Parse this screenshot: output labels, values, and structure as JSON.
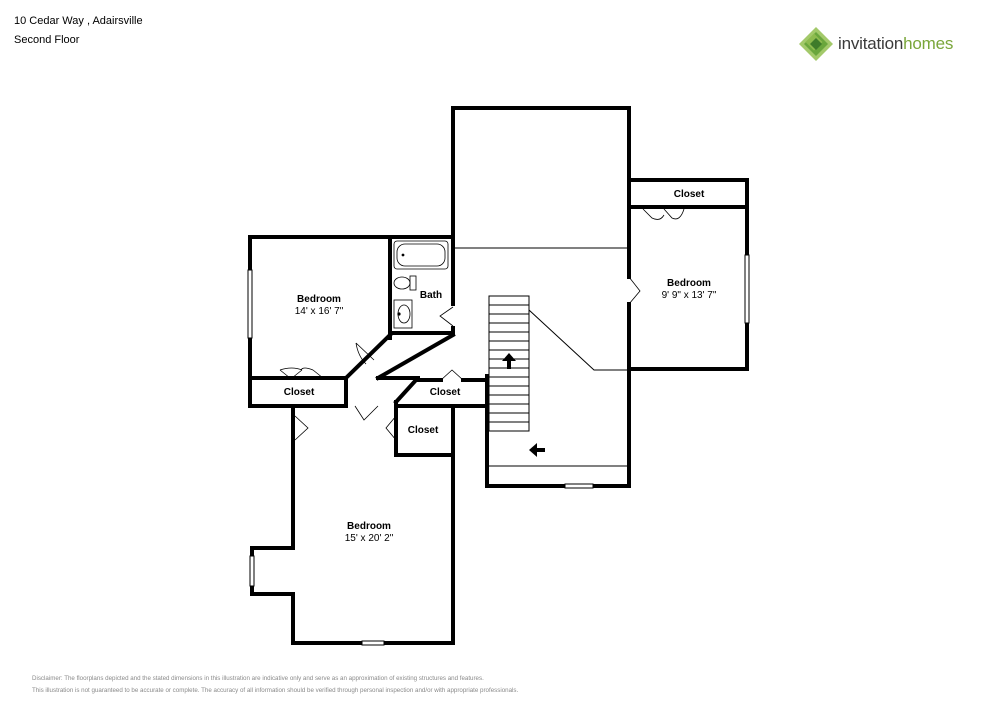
{
  "header": {
    "address": "10 Cedar Way , Adairsville",
    "floor": "Second Floor"
  },
  "logo": {
    "brand_part1": "invitation",
    "brand_part2": "homes",
    "colors": {
      "dark_green": "#3e7b2a",
      "mid_green": "#6aa63c",
      "light_green": "#a3c96a",
      "text_dark": "#3a3a3a",
      "text_green": "#7aa63a"
    }
  },
  "rooms": {
    "bedroom_left": {
      "name": "Bedroom",
      "dims": "14' x 16' 7\""
    },
    "bath": {
      "name": "Bath"
    },
    "bedroom_right": {
      "name": "Bedroom",
      "dims": "9' 9\" x 13' 7\""
    },
    "bedroom_bottom": {
      "name": "Bedroom",
      "dims": "15' x 20' 2\""
    },
    "closet_right": {
      "name": "Closet"
    },
    "closet_left": {
      "name": "Closet"
    },
    "closet_mid": {
      "name": "Closet"
    },
    "closet_small": {
      "name": "Closet"
    }
  },
  "disclaimer": {
    "line1": "Disclaimer: The floorplans depicted and the stated dimensions in this illustration are indicative only and serve as an approximation of existing structures and features.",
    "line2": "This illustration is not guaranteed to be accurate or complete. The accuracy of all information should be verified through personal inspection and/or with appropriate professionals."
  }
}
